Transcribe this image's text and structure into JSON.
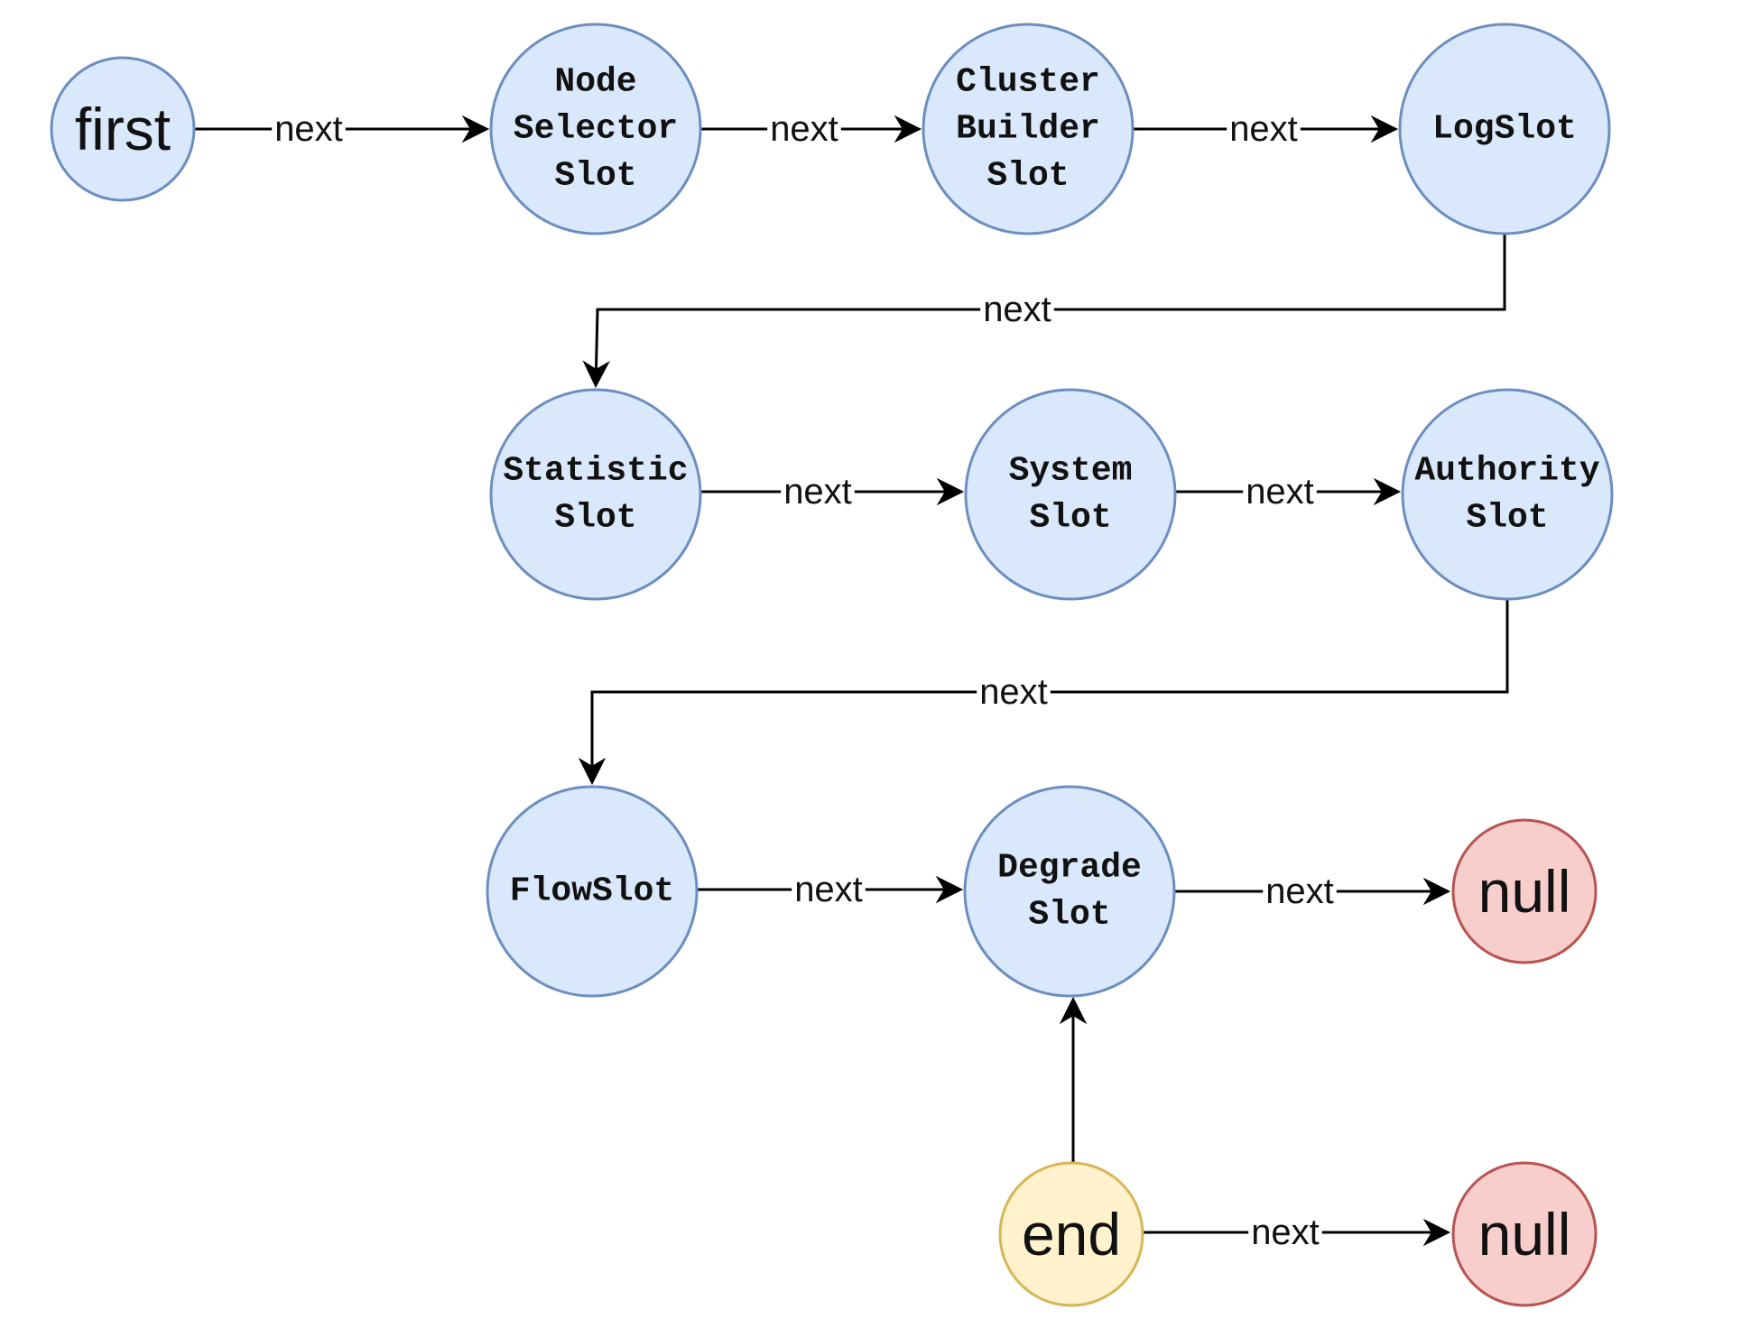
{
  "diagram": {
    "colors": {
      "slot_fill": "#dae8fc",
      "slot_stroke": "#6c8ebf",
      "null_fill": "#f8cecc",
      "null_stroke": "#b85450",
      "end_fill": "#fff2cc",
      "end_stroke": "#d6b656",
      "edge": "#000000"
    },
    "nodes": [
      {
        "id": "first",
        "lines": [
          "first"
        ],
        "kind": "pointer"
      },
      {
        "id": "node-selector-slot",
        "lines": [
          "Node",
          "Selector",
          "Slot"
        ],
        "kind": "slot"
      },
      {
        "id": "cluster-builder-slot",
        "lines": [
          "Cluster",
          "Builder",
          "Slot"
        ],
        "kind": "slot"
      },
      {
        "id": "log-slot",
        "lines": [
          "LogSlot"
        ],
        "kind": "slot"
      },
      {
        "id": "statistic-slot",
        "lines": [
          "Statistic",
          "Slot"
        ],
        "kind": "slot"
      },
      {
        "id": "system-slot",
        "lines": [
          "System",
          "Slot"
        ],
        "kind": "slot"
      },
      {
        "id": "authority-slot",
        "lines": [
          "Authority",
          "Slot"
        ],
        "kind": "slot"
      },
      {
        "id": "flow-slot",
        "lines": [
          "FlowSlot"
        ],
        "kind": "slot"
      },
      {
        "id": "degrade-slot",
        "lines": [
          "Degrade",
          "Slot"
        ],
        "kind": "slot"
      },
      {
        "id": "null-1",
        "lines": [
          "null"
        ],
        "kind": "null"
      },
      {
        "id": "end",
        "lines": [
          "end"
        ],
        "kind": "end"
      },
      {
        "id": "null-2",
        "lines": [
          "null"
        ],
        "kind": "null"
      }
    ],
    "edges": [
      {
        "from": "first",
        "to": "node-selector-slot",
        "label": "next"
      },
      {
        "from": "node-selector-slot",
        "to": "cluster-builder-slot",
        "label": "next"
      },
      {
        "from": "cluster-builder-slot",
        "to": "log-slot",
        "label": "next"
      },
      {
        "from": "log-slot",
        "to": "statistic-slot",
        "label": "next"
      },
      {
        "from": "statistic-slot",
        "to": "system-slot",
        "label": "next"
      },
      {
        "from": "system-slot",
        "to": "authority-slot",
        "label": "next"
      },
      {
        "from": "authority-slot",
        "to": "flow-slot",
        "label": "next"
      },
      {
        "from": "flow-slot",
        "to": "degrade-slot",
        "label": "next"
      },
      {
        "from": "degrade-slot",
        "to": "null-1",
        "label": "next"
      },
      {
        "from": "end",
        "to": "degrade-slot",
        "label": ""
      },
      {
        "from": "end",
        "to": "null-2",
        "label": "next"
      }
    ]
  }
}
